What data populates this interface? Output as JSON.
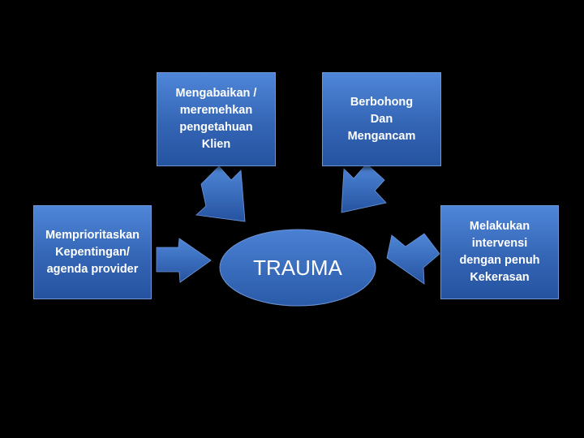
{
  "diagram": {
    "center": {
      "label": "TRAUMA"
    },
    "boxes": {
      "top_left": "Mengabaikan /\nmeremehkan\npengetahuan\nKlien",
      "top_right": "Berbohong\nDan\nMengancam",
      "left": "Memprioritaskan\nKepentingan/\nagenda provider",
      "right": "Melakukan\nintervensi\ndengan penuh\nKekerasan"
    },
    "colors": {
      "background": "#000000",
      "shape_fill_top": "#4f86d8",
      "shape_fill_bottom": "#2553a0",
      "text": "#ffffff"
    }
  }
}
